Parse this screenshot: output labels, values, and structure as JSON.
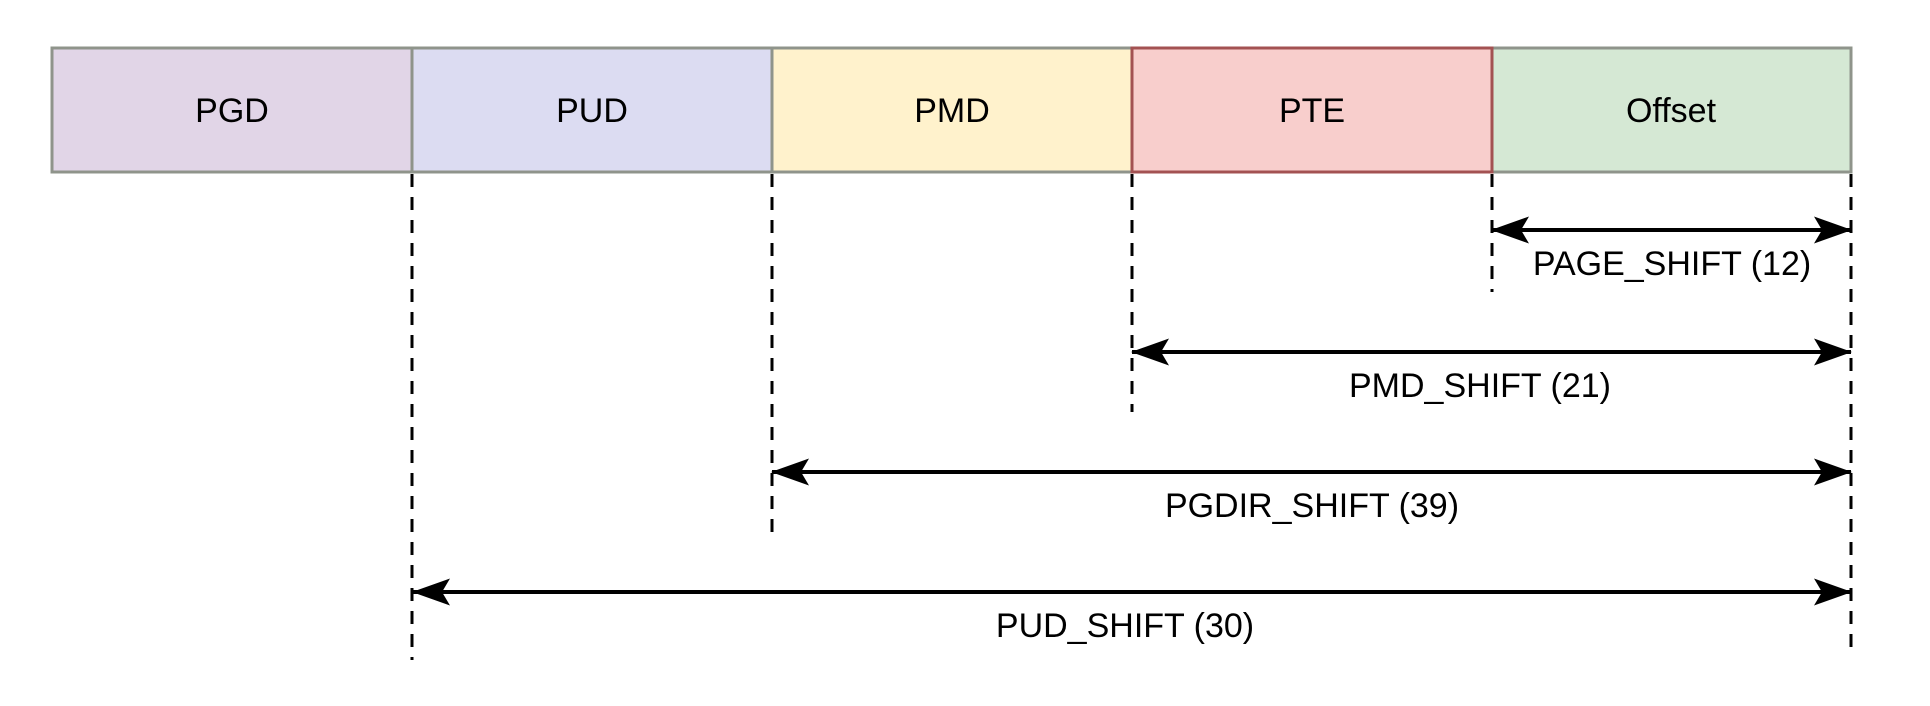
{
  "diagram": {
    "background": "#ffffff",
    "line_color": "#000000",
    "segments": [
      {
        "label": "PGD",
        "fill": "#e1d5e7",
        "stroke": "#8f948b"
      },
      {
        "label": "PUD",
        "fill": "#dcdcf2",
        "stroke": "#8f948b"
      },
      {
        "label": "PMD",
        "fill": "#fff2cc",
        "stroke": "#8f948b"
      },
      {
        "label": "PTE",
        "fill": "#f8cecc",
        "stroke": "#a35252"
      },
      {
        "label": "Offset",
        "fill": "#d5e8d4",
        "stroke": "#8f948b"
      }
    ],
    "shifts": [
      {
        "label": "PAGE_SHIFT (12)",
        "bits": 12,
        "spans": "Offset"
      },
      {
        "label": "PMD_SHIFT (21)",
        "bits": 21,
        "spans": "PTE + Offset"
      },
      {
        "label": "PGDIR_SHIFT (39)",
        "bits": 39,
        "spans": "PMD + PTE + Offset"
      },
      {
        "label": "PUD_SHIFT (30)",
        "bits": 30,
        "spans": "PUD + PMD + PTE + Offset"
      }
    ]
  }
}
